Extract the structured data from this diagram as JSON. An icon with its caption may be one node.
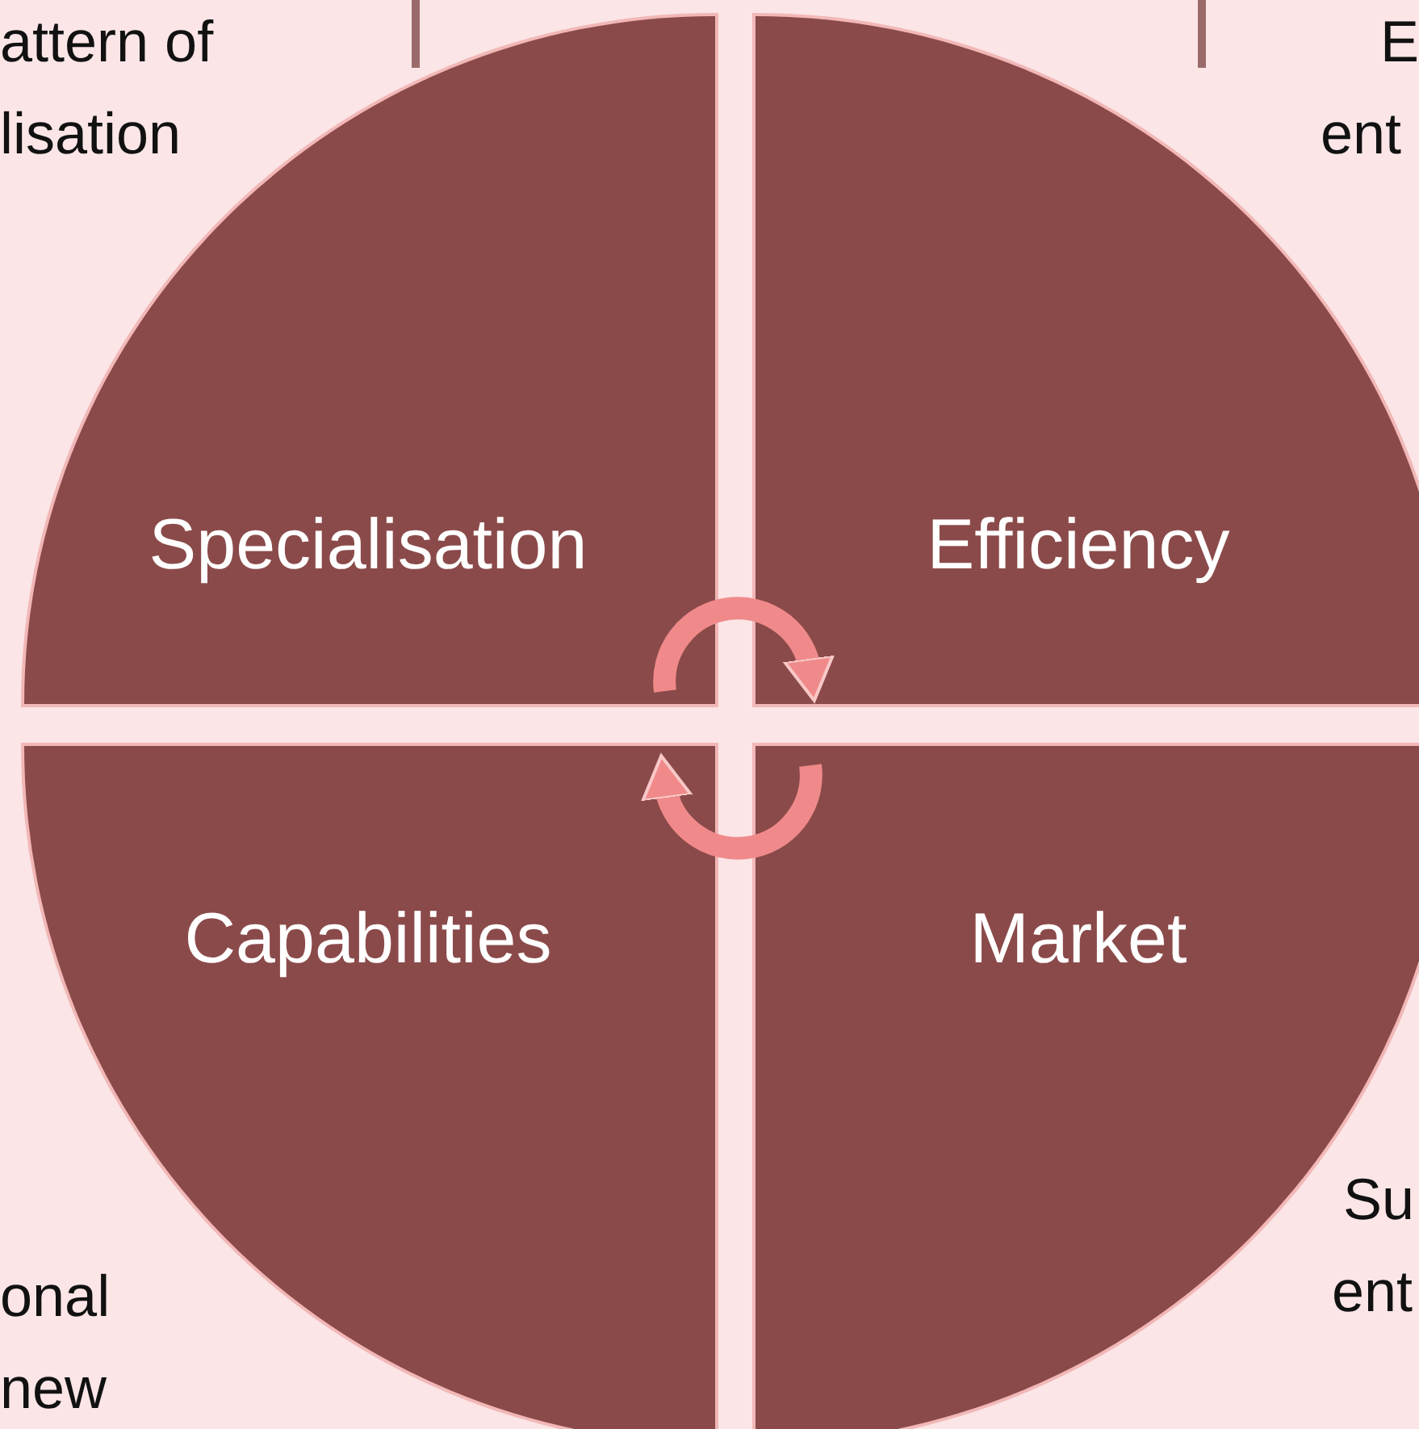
{
  "diagram": {
    "nodes": [
      {
        "text": [
          "Specialisation"
        ]
      },
      {
        "text": [
          "Efficiency"
        ]
      },
      {
        "text": [
          "Capabilities"
        ]
      },
      {
        "text": [
          "Market"
        ]
      }
    ],
    "edges": [
      {
        "from": 0,
        "to": 1,
        "arrow": "to"
      },
      {
        "from": 3,
        "to": 2,
        "arrow": "to"
      }
    ],
    "labels": [
      "attern of",
      "lisation",
      "E",
      "ent",
      "Su",
      "ent",
      "onal",
      "new"
    ]
  }
}
